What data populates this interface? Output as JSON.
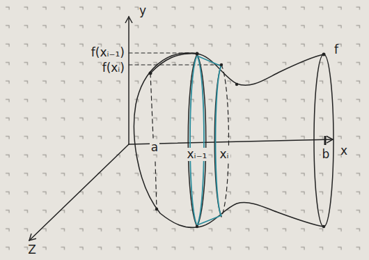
{
  "diagram": {
    "labels": [
      "y",
      "f(xᵢ₋₁)",
      "f(xᵢ)",
      "a",
      "xᵢ₋₁",
      "xᵢ",
      "b",
      "x",
      "f",
      "Z"
    ]
  }
}
